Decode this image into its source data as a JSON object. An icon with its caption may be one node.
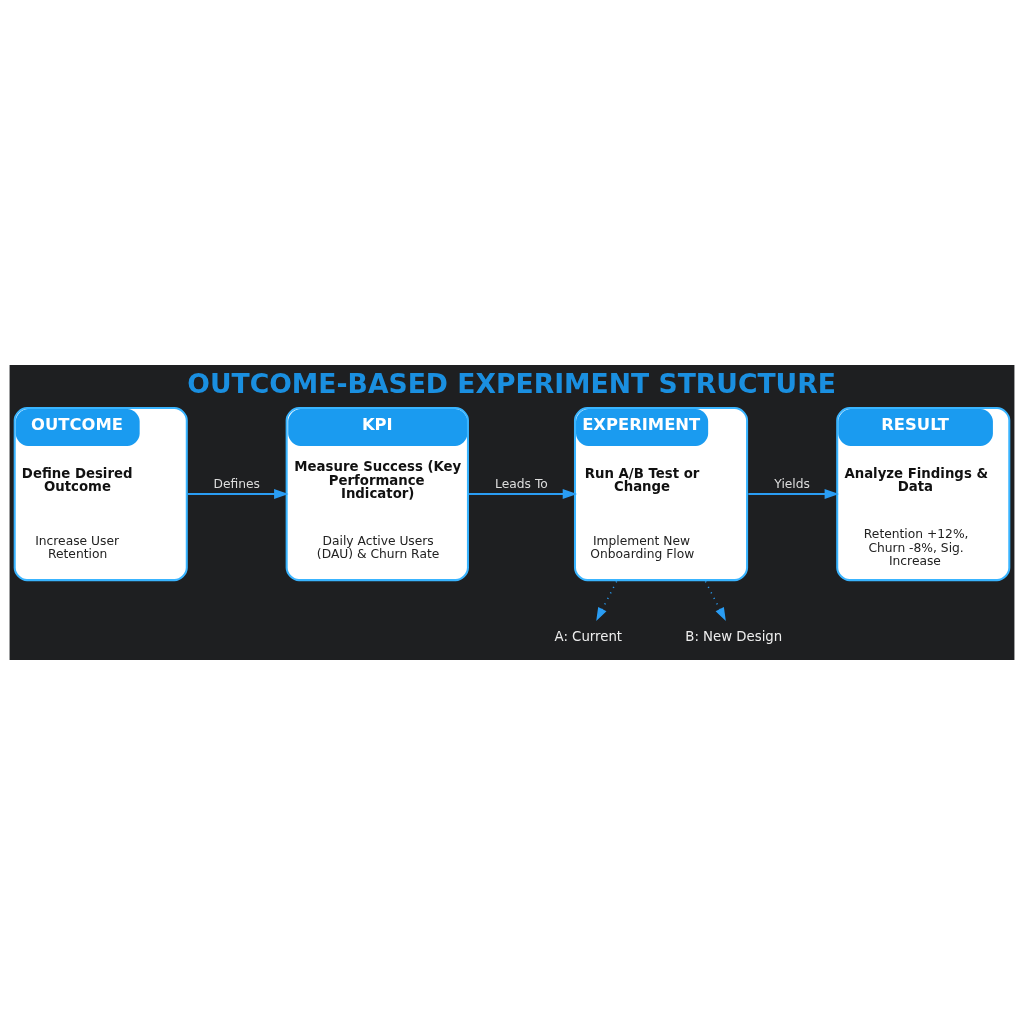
{
  "diagram": {
    "title": "OUTCOME-BASED EXPERIMENT STRUCTURE",
    "nodes": [
      {
        "text": [
          "OUTCOME",
          "Define Desired Outcome",
          "Increase User Retention"
        ]
      },
      {
        "text": [
          "KPI",
          "Measure Success (Key Performance Indicator)",
          "Daily Active Users (DAU) & Churn Rate"
        ]
      },
      {
        "text": [
          "EXPERIMENT",
          "Run A/B Test or Change",
          "Implement New Onboarding Flow"
        ]
      },
      {
        "text": [
          "RESULT",
          "Analyze Findings & Data",
          "Retention +12%, Churn -8%, Sig. Increase"
        ]
      },
      {
        "text": [
          "A: Current"
        ]
      },
      {
        "text": [
          "B: New Design"
        ]
      }
    ],
    "edges": [
      {
        "from": 0,
        "to": 1,
        "arrow": "to",
        "label": "Defines"
      },
      {
        "from": 1,
        "to": 2,
        "arrow": "to",
        "label": "Leads To"
      },
      {
        "from": 2,
        "to": 3,
        "arrow": "to",
        "label": "Yields"
      },
      {
        "from": 2,
        "to": 4,
        "arrow": "to",
        "style": "dashed"
      },
      {
        "from": 2,
        "to": 5,
        "arrow": "to",
        "style": "dashed"
      }
    ]
  }
}
